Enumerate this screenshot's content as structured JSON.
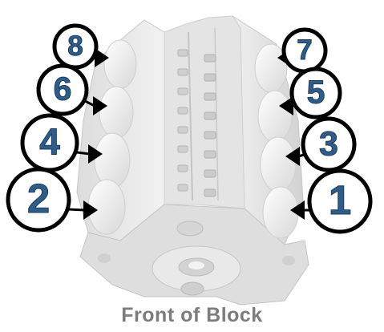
{
  "colors": {
    "number_fill": "#2f5d8a",
    "circle_fill": "#ffffff",
    "circle_stroke": "#000000",
    "caption": "#7c7c7c",
    "block_light": "#eeeeee",
    "block_mid": "#d9d9d9",
    "block_dark": "#bdbdbd"
  },
  "cylinders": {
    "left_bank": [
      {
        "number": "8",
        "side": "left"
      },
      {
        "number": "6",
        "side": "left"
      },
      {
        "number": "4",
        "side": "left"
      },
      {
        "number": "2",
        "side": "left"
      }
    ],
    "right_bank": [
      {
        "number": "7",
        "side": "right"
      },
      {
        "number": "5",
        "side": "right"
      },
      {
        "number": "3",
        "side": "right"
      },
      {
        "number": "1",
        "side": "right"
      }
    ]
  },
  "caption": "Front of Block"
}
